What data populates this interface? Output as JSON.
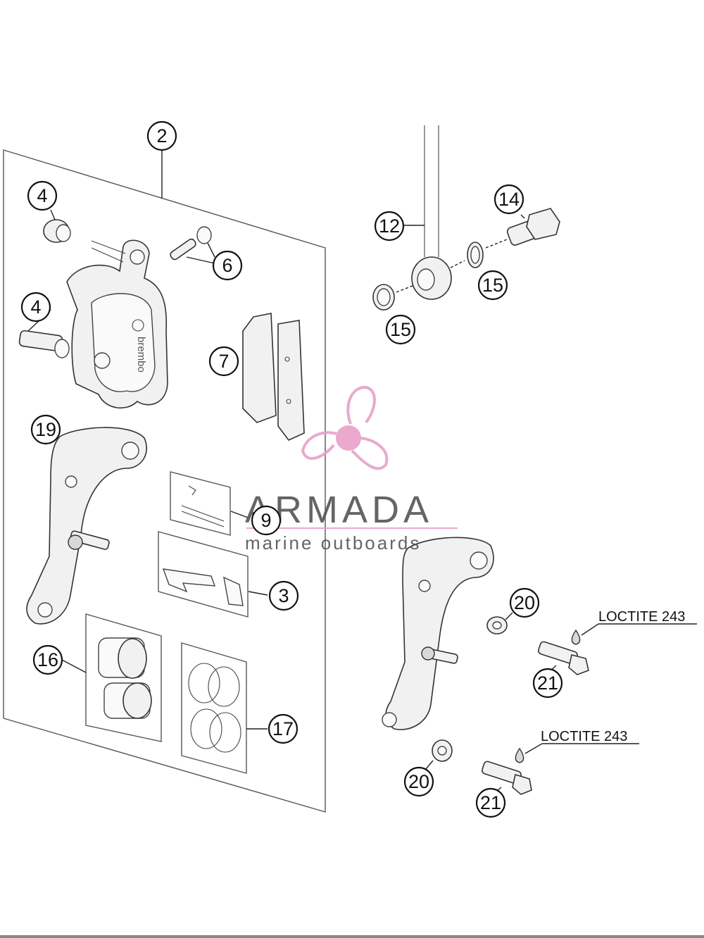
{
  "callouts": {
    "c2": "2",
    "c4a": "4",
    "c4b": "4",
    "c6": "6",
    "c7": "7",
    "c19": "19",
    "c9": "9",
    "c3": "3",
    "c16": "16",
    "c17": "17",
    "c12": "12",
    "c14": "14",
    "c15a": "15",
    "c15b": "15",
    "c20a": "20",
    "c21a": "21",
    "c20b": "20",
    "c21b": "21"
  },
  "loctite": {
    "upper": "LOCTITE 243",
    "lower": "LOCTITE 243"
  },
  "caliper_brand": "brembo",
  "watermark": {
    "name": "ARMADA",
    "tagline": "marine outboards",
    "accent_color": "#e8a0c8",
    "text_color": "#555555"
  }
}
